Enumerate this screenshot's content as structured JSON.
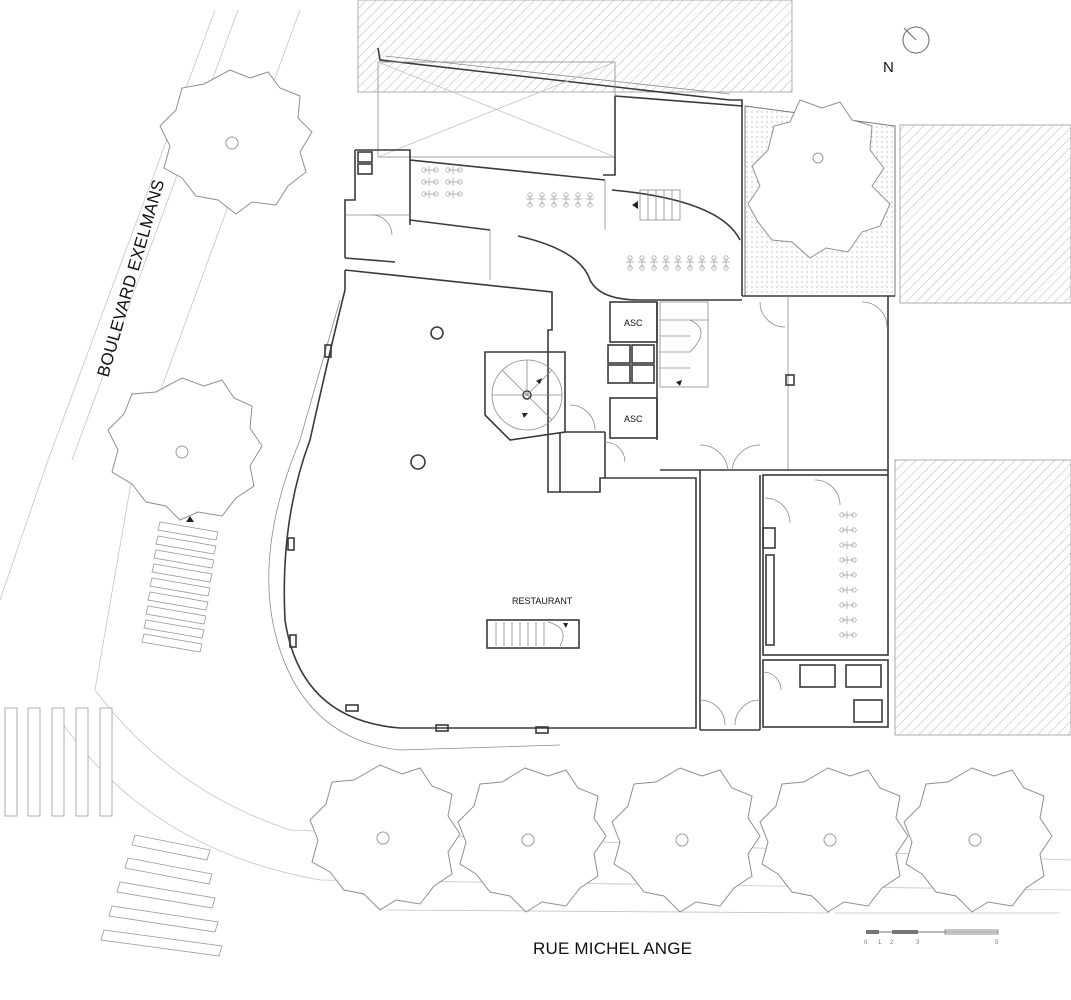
{
  "plan": {
    "streets": {
      "boulevard": "BOULEVARD EXELMANS",
      "rue": "RUE MICHEL ANGE"
    },
    "rooms": {
      "restaurant": "RESTAURANT",
      "lift_upper": "ASC",
      "lift_lower": "ASC"
    },
    "north_label": "N",
    "scale_ticks": [
      "0",
      "1",
      "2",
      "3",
      "5"
    ]
  }
}
